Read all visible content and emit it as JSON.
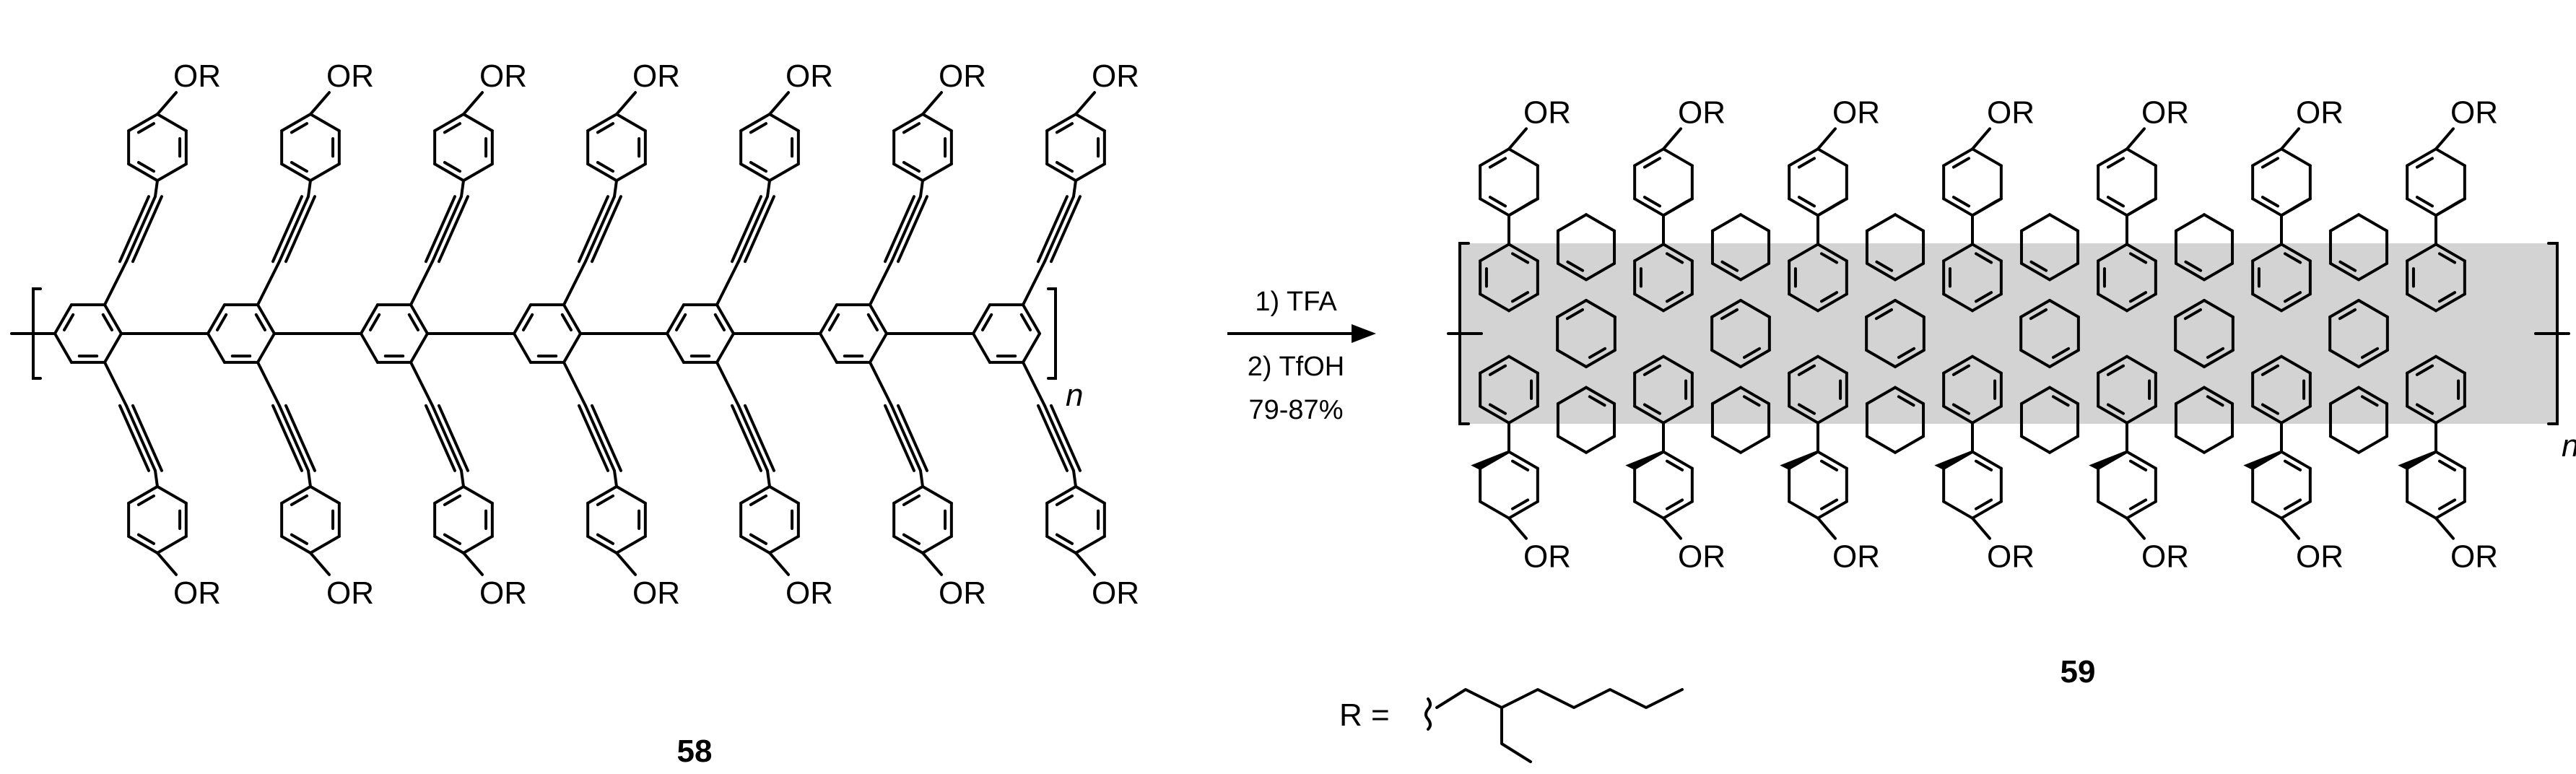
{
  "substituent_label": "OR",
  "polymer_index": "n",
  "reactant": {
    "number": "58",
    "units": 7
  },
  "product": {
    "number": "59",
    "units": 7
  },
  "conditions": {
    "step1": "1) TFA",
    "step2": "2) TfOH",
    "yield": "79-87%"
  },
  "r_group": {
    "label": "R ="
  },
  "colors": {
    "ribbon_fill": "#d3d3d3",
    "ink": "#000000"
  }
}
